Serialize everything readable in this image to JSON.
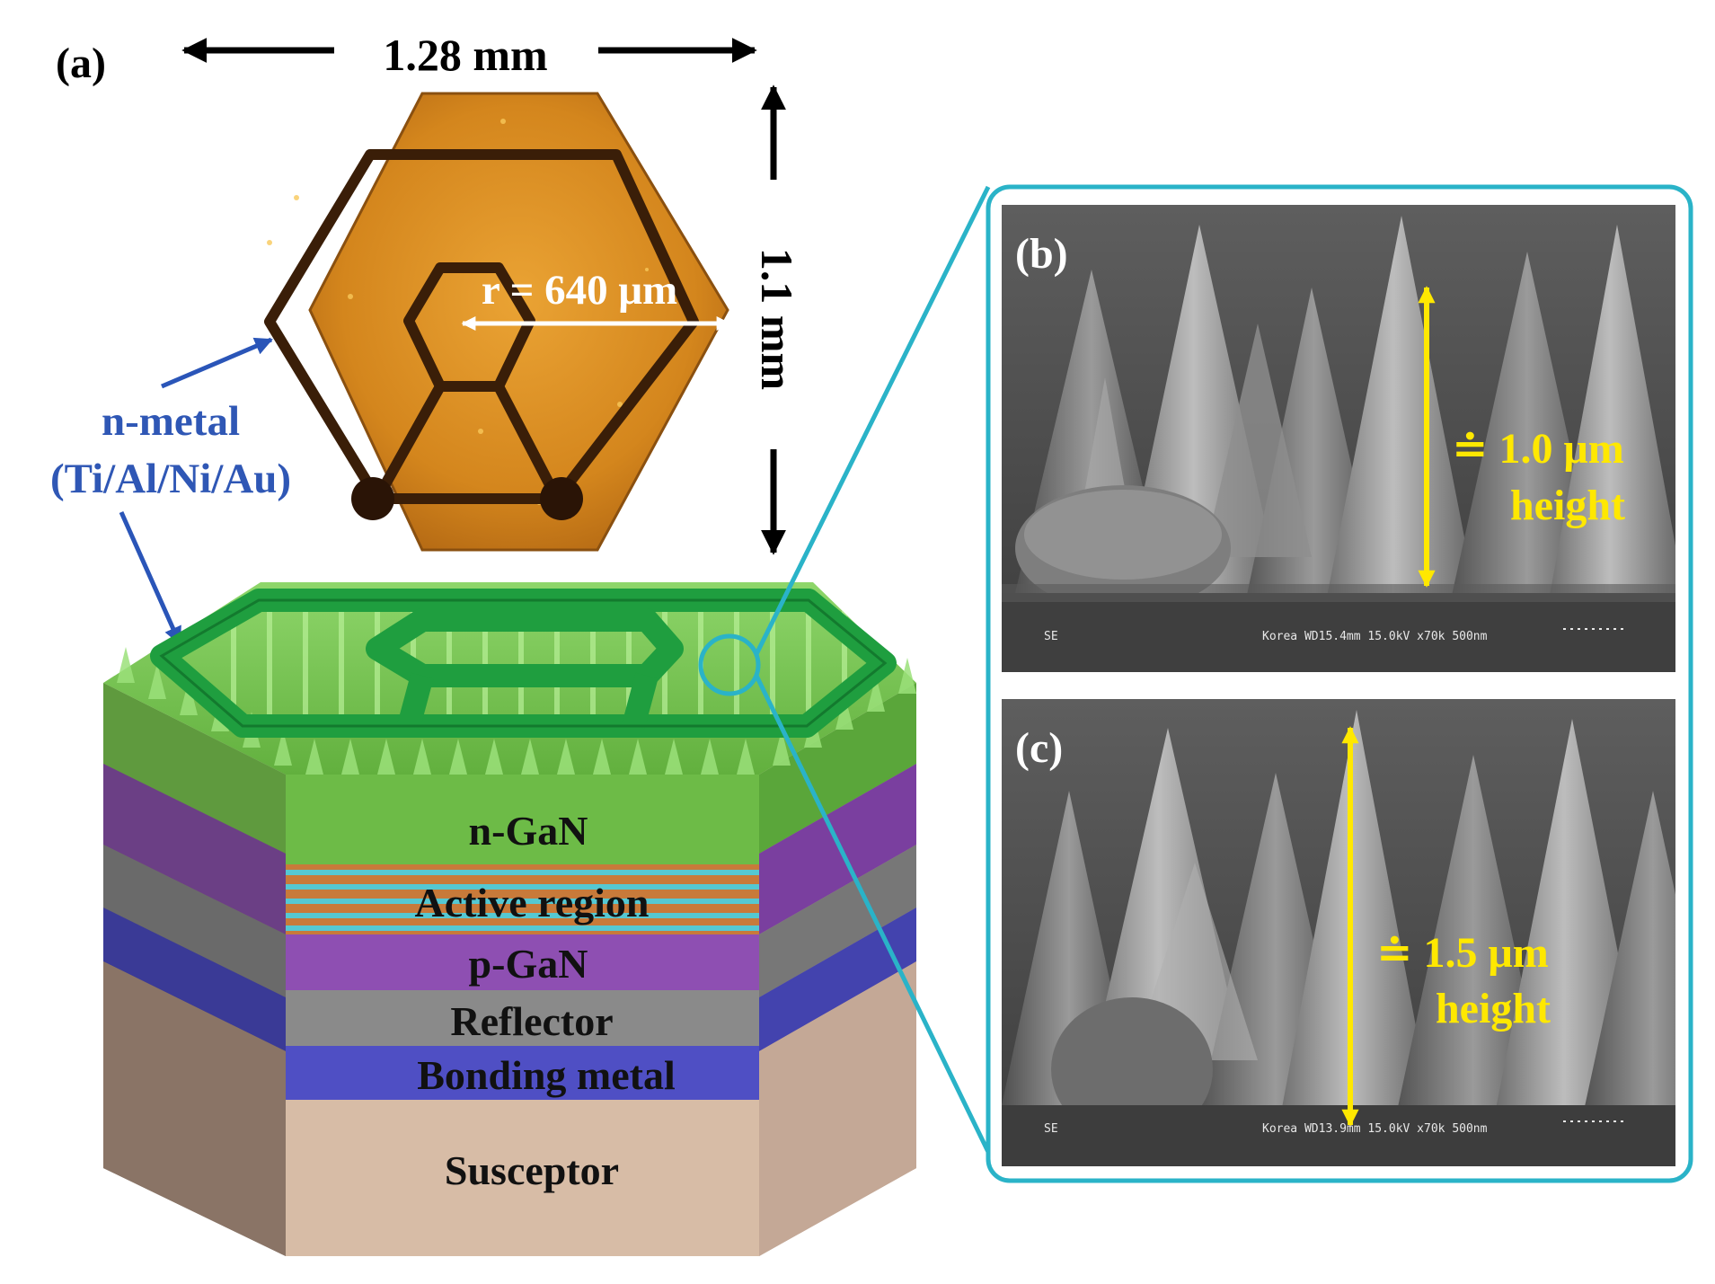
{
  "panel_a": {
    "label": "(a)",
    "width_label": "1.28 mm",
    "height_label": "1.1 mm",
    "radius_label": "r = 640 μm",
    "nmetal_line1": "n-metal",
    "nmetal_line2": "(Ti/Al/Ni/Au)"
  },
  "layers": {
    "n_gan": "n-GaN",
    "active": "Active region",
    "p_gan": "p-GaN",
    "reflector": "Reflector",
    "bonding": "Bonding metal",
    "susceptor": "Susceptor"
  },
  "panel_b": {
    "label": "(b)",
    "height_value": "≐ 1.0 μm",
    "height_word": "height",
    "sem_mode": "SE",
    "sem_info": "Korea  WD15.4mm 15.0kV x70k  500nm"
  },
  "panel_c": {
    "label": "(c)",
    "height_value": "≐ 1.5 μm",
    "height_word": "height",
    "sem_mode": "SE",
    "sem_info": "Korea  WD13.9mm 15.0kV x70k  500nm"
  },
  "colors": {
    "chip_orange": "#d98a1e",
    "electrode_dark": "#3a1e08",
    "n_gan_green": "#6dbb47",
    "electrode_green": "#1f9e3f",
    "active_orange": "#c87a3a",
    "active_cyan": "#55c8d2",
    "p_gan_purple": "#8e4fb2",
    "reflector_gray": "#8a8a8a",
    "bonding_blue": "#4f4fc4",
    "susceptor_tan": "#d7bca6",
    "zoom_cyan": "#2ab3c8",
    "arrow_blue": "#2a55b8",
    "label_blue": "#2f57b5",
    "measure_yellow": "#ffe800"
  }
}
